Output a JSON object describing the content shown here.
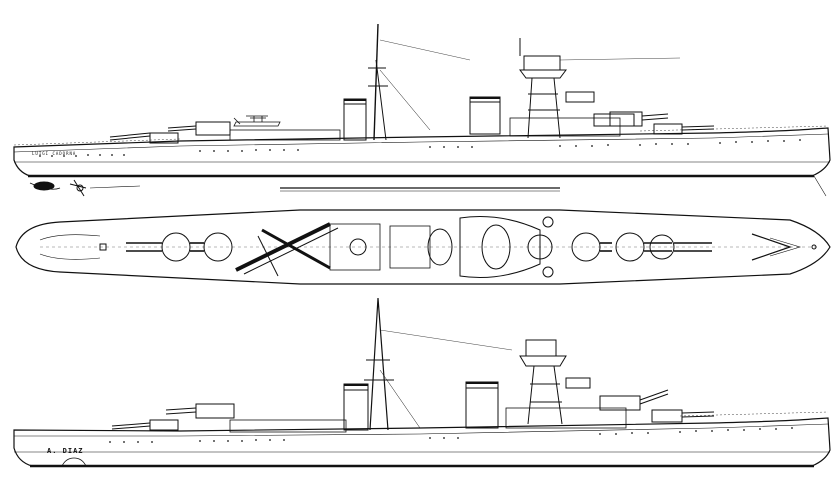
{
  "drawing": {
    "ink": "#111111",
    "background": "#ffffff",
    "views": [
      "profile-starboard",
      "plan-view",
      "profile-port"
    ],
    "nameplate_top": "LUIGI CADORNA",
    "nameplate_bottom": "A. DIAZ"
  }
}
